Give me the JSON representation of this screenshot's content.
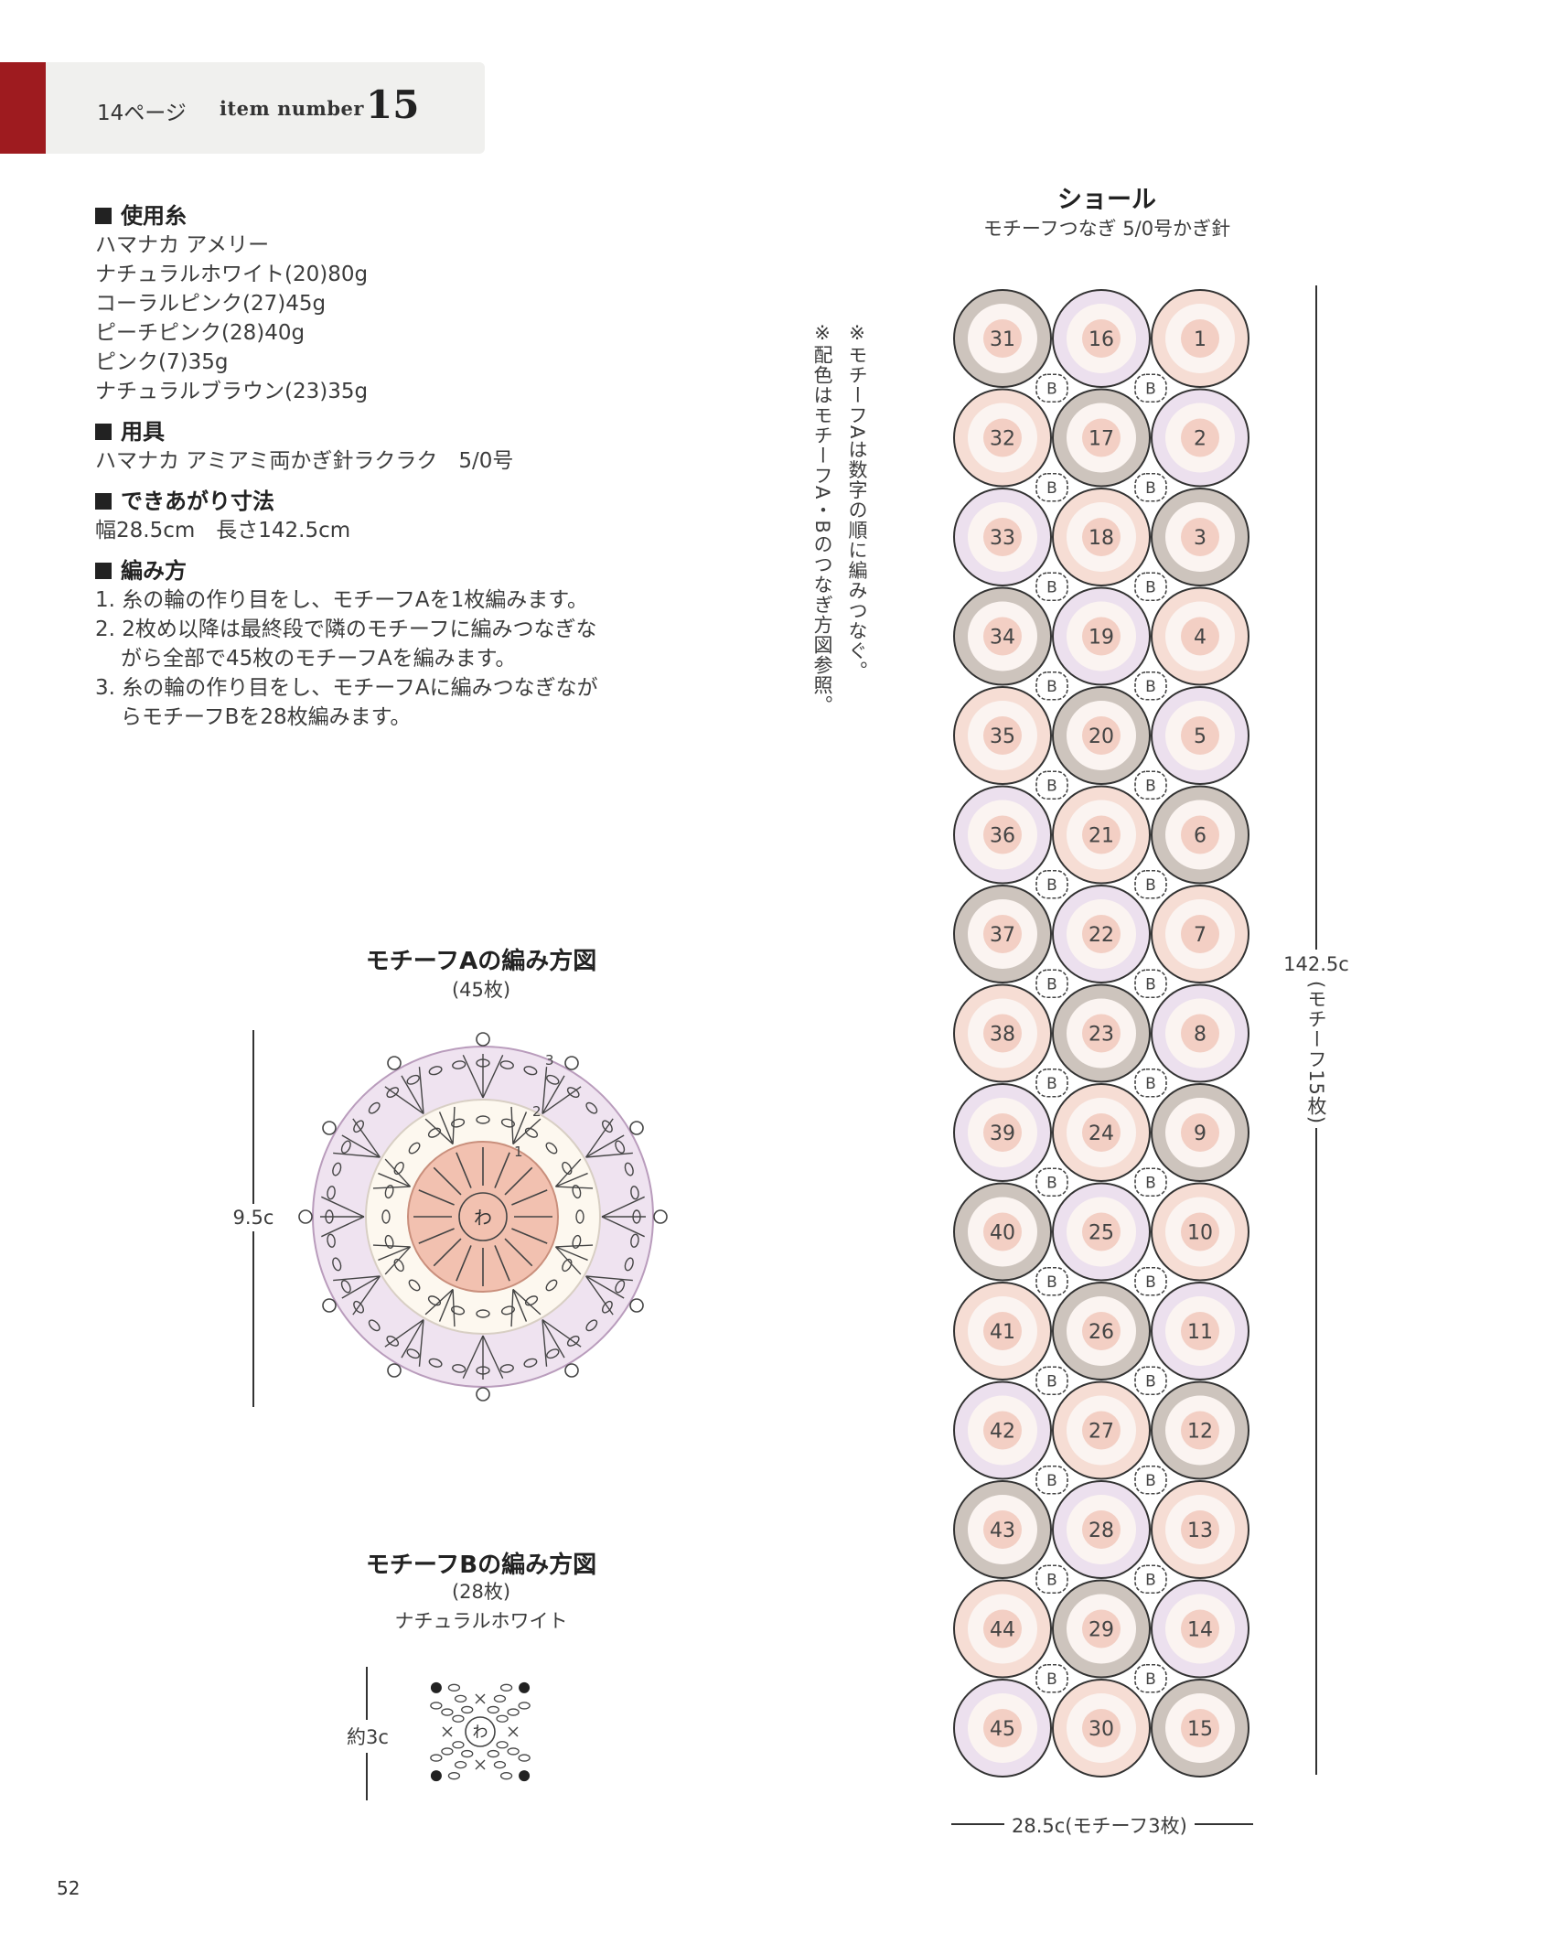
{
  "header": {
    "page_ref": "14ページ",
    "item_label": "item number",
    "item_number": "15"
  },
  "materials": {
    "yarn_heading": "使用糸",
    "yarn_items": [
      "ハマナカ アメリー",
      "ナチュラルホワイト(20)80g",
      "コーラルピンク(27)45g",
      "ピーチピンク(28)40g",
      "ピンク(7)35g",
      "ナチュラルブラウン(23)35g"
    ],
    "tools_heading": "用具",
    "tools_text": "ハマナカ アミアミ両かぎ針ラクラク　5/0号",
    "size_heading": "できあがり寸法",
    "size_text": "幅28.5cm　長さ142.5cm",
    "method_heading": "編み方",
    "steps": [
      "1. 糸の輪の作り目をし、モチーフAを1枚編みます。",
      "2. 2枚め以降は最終段で隣のモチーフに編みつなぎながら全部で45枚のモチーフAを編みます。",
      "3. 糸の輪の作り目をし、モチーフAに編みつなぎながらモチーフBを28枚編みます。"
    ]
  },
  "notes": {
    "note1": "※モチーフAは数字の順に編みつなぐ。",
    "note2": "※配色はモチーフA・Bのつなぎ方図参照。"
  },
  "shawl": {
    "title": "ショール",
    "subtitle": "モチーフつなぎ 5/0号かぎ針",
    "height_label": "142.5c",
    "height_sub": "(モチーフ15枚)",
    "width_label": "28.5c(モチーフ3枚)",
    "connector_label": "B",
    "left_column": [
      31,
      32,
      33,
      34,
      35,
      36,
      37,
      38,
      39,
      40,
      41,
      42,
      43,
      44,
      45
    ],
    "middle_column": [
      16,
      17,
      18,
      19,
      20,
      21,
      22,
      23,
      24,
      25,
      26,
      27,
      28,
      29,
      30
    ],
    "right_column": [
      1,
      2,
      3,
      4,
      5,
      6,
      7,
      8,
      9,
      10,
      11,
      12,
      13,
      14,
      15
    ],
    "palette": {
      "taupe": "#cdc4bd",
      "peach": "#f6ddd4",
      "lilac": "#ece0ee",
      "ring_light": "#fbf4f1",
      "center_pink": "#f3cfc4"
    }
  },
  "motif_a": {
    "title": "モチーフAの編み方図",
    "count": "(45枚)",
    "size_label": "9.5c",
    "center_label": "わ",
    "round_labels": [
      "1",
      "2",
      "3"
    ]
  },
  "motif_b": {
    "title": "モチーフBの編み方図",
    "count": "(28枚)",
    "color": "ナチュラルホワイト",
    "size_label": "約3c",
    "center_label": "わ"
  },
  "page_number": "52"
}
